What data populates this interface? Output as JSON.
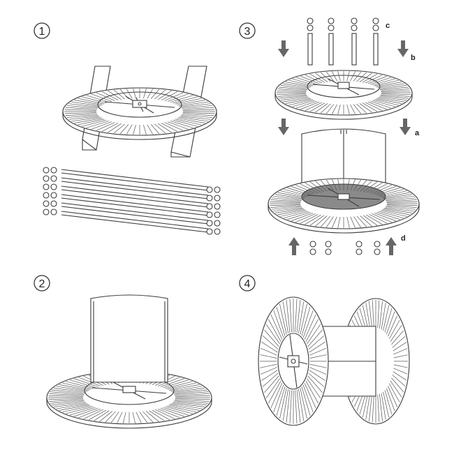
{
  "steps": [
    {
      "number": "1"
    },
    {
      "number": "2"
    },
    {
      "number": "3"
    },
    {
      "number": "4"
    }
  ],
  "labels": {
    "a": "a",
    "b": "b",
    "c": "c",
    "d": "d"
  }
}
